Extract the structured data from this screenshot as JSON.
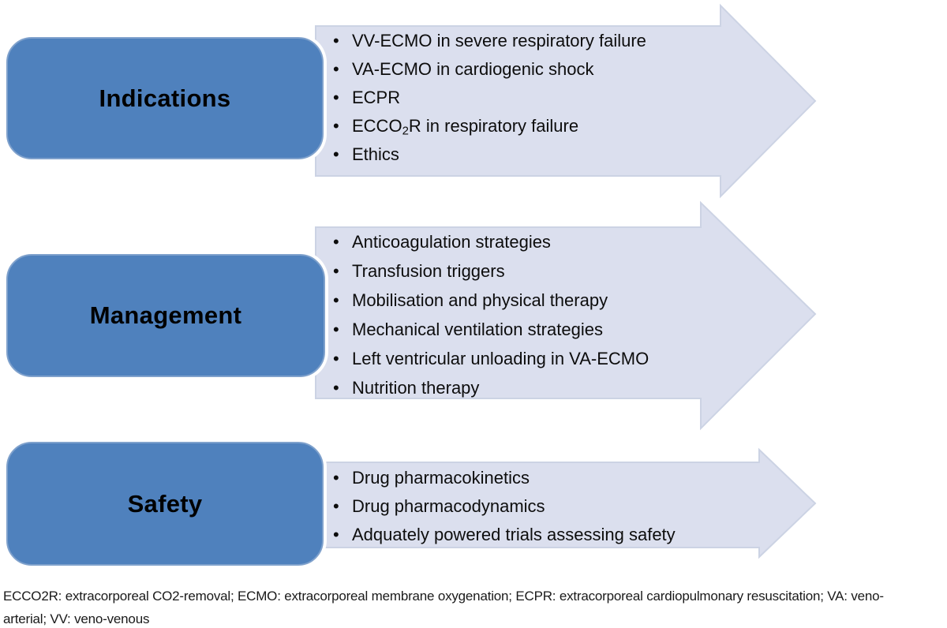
{
  "colors": {
    "box_fill": "#4f81bd",
    "box_edge": "#7fa1cc",
    "arrow_fill": "#dbdfee",
    "arrow_edge": "#ccd3e4",
    "text": "#0d0d0d"
  },
  "rows": [
    {
      "label": "Indications",
      "items": [
        "VV-ECMO in severe respiratory failure",
        "VA-ECMO in cardiogenic shock",
        "ECPR",
        {
          "pre": "ECCO",
          "sub": "2",
          "post": "R in respiratory failure"
        },
        "Ethics"
      ]
    },
    {
      "label": "Management",
      "items": [
        "Anticoagulation strategies",
        "Transfusion triggers",
        "Mobilisation and physical therapy",
        "Mechanical ventilation strategies",
        "Left ventricular unloading in VA-ECMO",
        "Nutrition therapy"
      ]
    },
    {
      "label": "Safety",
      "items": [
        "Drug pharmacokinetics",
        "Drug pharmacodynamics",
        "Adquately powered trials assessing safety"
      ]
    }
  ],
  "footer": {
    "lines": [
      "ECCO2R: extracorporeal CO2-removal; ECMO: extracorporeal membrane oxygenation; ECPR: extracorporeal cardiopulmonary resuscitation; VA: veno-",
      "arterial; VV: veno-venous"
    ]
  }
}
